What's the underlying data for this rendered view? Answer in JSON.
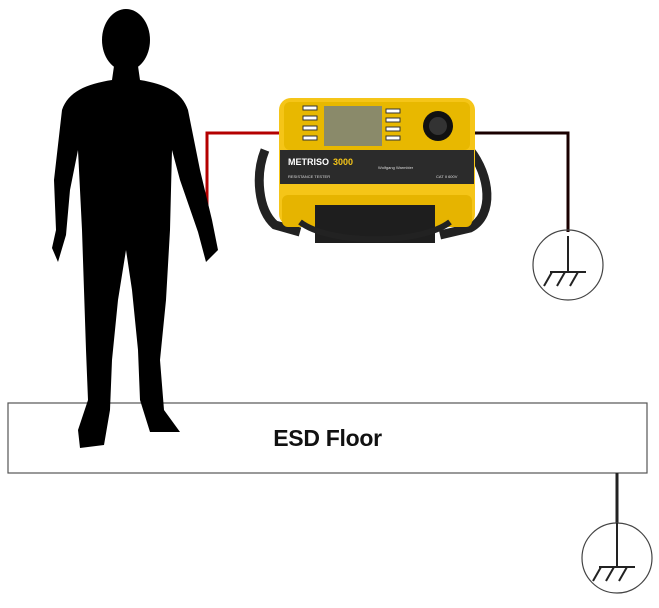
{
  "floor": {
    "label": "ESD Floor"
  },
  "device": {
    "brand": "METRISO",
    "model": "3000",
    "subtitle": "RESISTANCE TESTER",
    "maker_logo": "Wolfgang Warmbier",
    "code": "CAT II 600V",
    "body_color": "#f5c518"
  },
  "wires": {
    "person_to_device_color": "#b40000",
    "device_to_ground_color": "#1a0000",
    "floor_to_ground_color": "#222222"
  },
  "icons": [
    "person-silhouette",
    "resistance-tester",
    "ground-symbol",
    "ground-symbol"
  ]
}
